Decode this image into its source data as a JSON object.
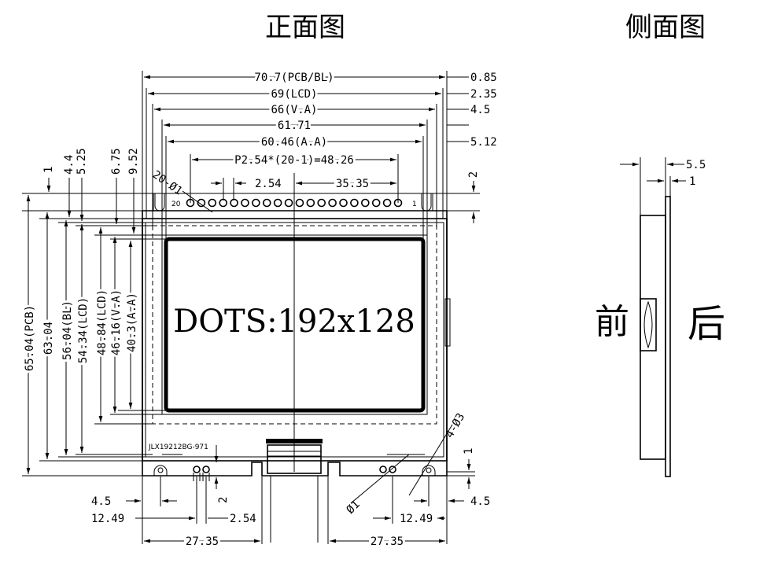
{
  "titles": {
    "front": "正面图",
    "side": "侧面图",
    "side_front": "前",
    "side_back": "后"
  },
  "display": {
    "dots": "DOTS:192x128",
    "model": "JLX19212BG-971",
    "pin_first": "20",
    "pin_last": "1"
  },
  "dims": {
    "top": [
      "70.7(PCB/BL)",
      "69(LCD)",
      "66(V.A)",
      "61.71",
      "60.46(A.A)",
      "P2.54*(20-1)=48.26"
    ],
    "pin_pitch": "2.54",
    "pin_offset": "35.35",
    "pin_hole": "20-Ø1",
    "right": [
      "0.85",
      "2.35",
      "4.5",
      "5.12"
    ],
    "right_small": "2",
    "left_top": [
      "1",
      "4.4",
      "5.25",
      "6.75",
      "9.52"
    ],
    "left_vertical": [
      "65.04(PCB)",
      "63.04",
      "56.04(BL)",
      "54.34(LCD)",
      "48.84(LCD)",
      "46.16(V.A)",
      "40.3(A.A)"
    ],
    "bottom_right_small": "1",
    "mount_hole": "4-Ø3",
    "pin_hole_bottom": "Ø1",
    "bottom": {
      "left_45": "4.5",
      "left_1249": "12.49",
      "pitch": "2.54",
      "vert2": "2",
      "right_1249": "12.49",
      "right_45": "4.5",
      "left_2735": "27.35",
      "right_2735": "27.35"
    },
    "side": [
      "5.5",
      "1"
    ]
  }
}
